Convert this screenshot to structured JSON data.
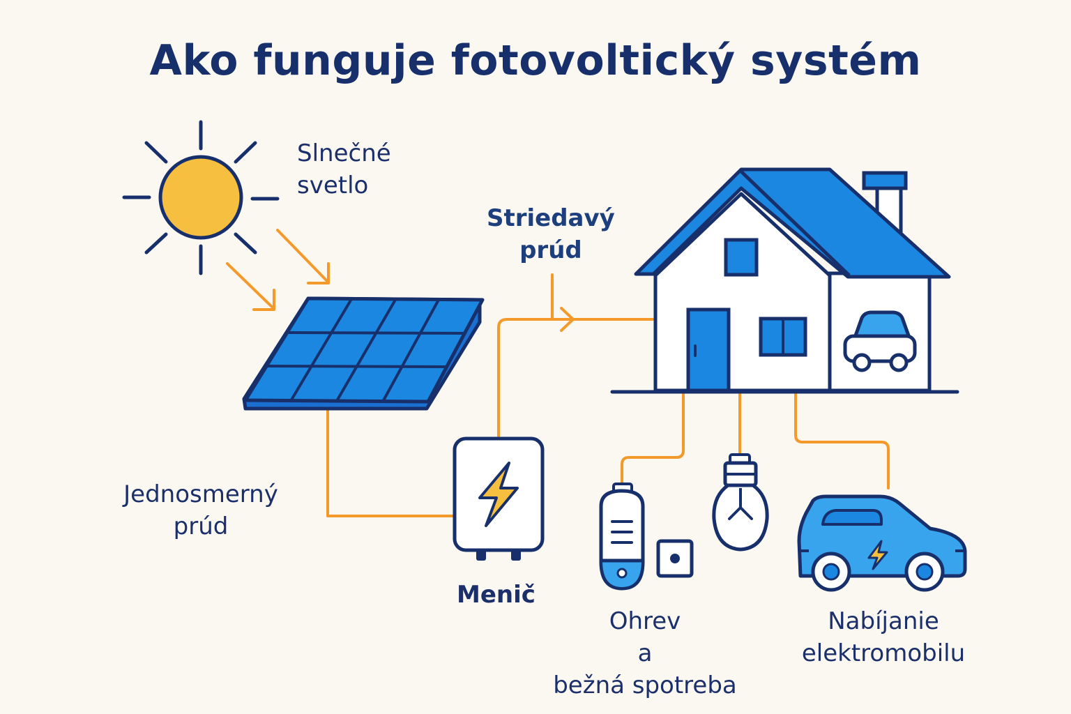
{
  "title": "Ako funguje fotovoltický systém",
  "labels": {
    "sunlight": [
      "Slnečné",
      "svetlo"
    ],
    "ac_current": [
      "Striedavý",
      "prúd"
    ],
    "dc_current": [
      "Jednosmerný",
      "prúd"
    ],
    "inverter": "Menič",
    "heating": [
      "Ohrev",
      "a",
      "bežná spotreba"
    ],
    "ev_charging": [
      "Nabíjanie",
      "elektromobilu"
    ]
  },
  "colors": {
    "outline": "#17306b",
    "blue": "#1c87e0",
    "light_blue": "#39a4ee",
    "sun": "#f7bf3f",
    "wire": "#f39a2b",
    "background": "#faf8f1"
  },
  "icons": [
    "sun-icon",
    "solar-panel-icon",
    "inverter-icon",
    "lightning-bolt-icon",
    "house-icon",
    "garage-car-icon",
    "boiler-icon",
    "socket-icon",
    "lightbulb-icon",
    "electric-car-icon"
  ]
}
